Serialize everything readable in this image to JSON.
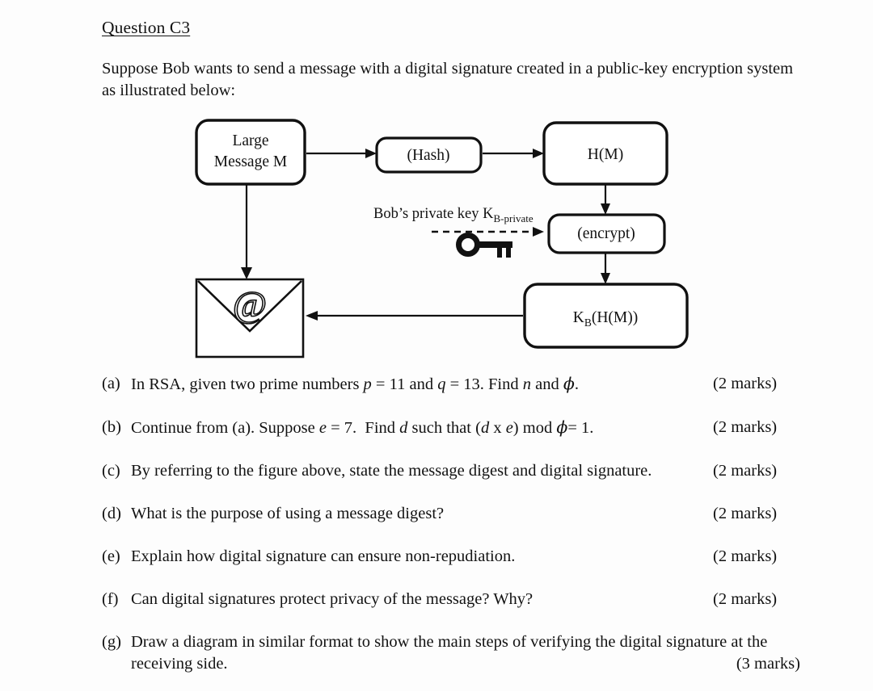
{
  "document": {
    "title": "Question C3",
    "intro": "Suppose Bob wants to send a message with a digital signature created in a public-key encryption system as illustrated below:"
  },
  "diagram": {
    "nodes": {
      "message_line1": "Large",
      "message_line2": "Message M",
      "hash": "(Hash)",
      "digest": "H(M)",
      "encrypt": "(encrypt)",
      "signature_main": "K",
      "signature_sub": "B",
      "signature_tail": "(H(M))",
      "envelope_glyph": "@"
    },
    "key_label": {
      "main": "Bob’s private key K",
      "subscript": "B-private"
    },
    "icons": {
      "key": "key-icon",
      "envelope": "envelope-icon"
    }
  },
  "questions": [
    {
      "tag": "(a)",
      "text_parts": [
        {
          "t": "In RSA, given two prime numbers ",
          "style": "plain"
        },
        {
          "t": "p",
          "style": "italic"
        },
        {
          "t": " = 11 and ",
          "style": "plain"
        },
        {
          "t": "q",
          "style": "italic"
        },
        {
          "t": " = 13. Find ",
          "style": "plain"
        },
        {
          "t": "n",
          "style": "italic"
        },
        {
          "t": " and ",
          "style": "plain"
        },
        {
          "t": "ϕ",
          "style": "italic"
        },
        {
          "t": ".",
          "style": "plain"
        }
      ],
      "text": "In RSA, given two prime numbers p = 11 and q = 13. Find n and ϕ.",
      "marks": "(2 marks)"
    },
    {
      "tag": "(b)",
      "text": "Continue from (a). Suppose e = 7.  Find d such that (d x e) mod ϕ = 1.",
      "marks": "(2 marks)"
    },
    {
      "tag": "(c)",
      "text": "By referring to the figure above, state the message digest and digital signature.",
      "marks": "(2 marks)"
    },
    {
      "tag": "(d)",
      "text": "What is the purpose of using a message digest?",
      "marks": "(2 marks)"
    },
    {
      "tag": "(e)",
      "text": "Explain how digital signature can ensure non-repudiation.",
      "marks": "(2 marks)"
    },
    {
      "tag": "(f)",
      "text": "Can digital signatures protect privacy of the message?  Why?",
      "marks": "(2 marks)"
    },
    {
      "tag": "(g)",
      "text": "Draw a diagram in similar format to show the main steps of verifying the digital signature at the receiving side.",
      "marks": "(3 marks)"
    }
  ]
}
